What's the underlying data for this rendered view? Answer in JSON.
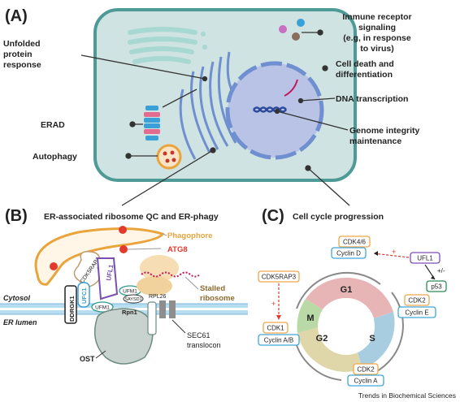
{
  "panels": {
    "a": "(A)",
    "b": "(B)",
    "c": "(C)"
  },
  "panel_a": {
    "labels": {
      "unfolded_1": "Unfolded",
      "unfolded_2": "protein",
      "unfolded_3": "response",
      "erad": "ERAD",
      "autophagy": "Autophagy",
      "immune_1": "Immune receptor",
      "immune_2": "signaling",
      "immune_3": "(e.g, in response",
      "immune_4": "to virus)",
      "death_1": "Cell death and",
      "death_2": "differentiation",
      "dna": "DNA transcription",
      "genome_1": "Genome integrity",
      "genome_2": "maintenance",
      "er_qc": "ER-associated ribosome QC and ER-phagy",
      "cell_cycle": "Cell cycle progression"
    }
  },
  "panel_b": {
    "labels": {
      "phagophore": "Phagophore",
      "atg8": "ATG8",
      "stalled_1": "Stalled",
      "stalled_2": "ribosome",
      "cytosol": "Cytosol",
      "er_lumen": "ER lumen",
      "ost": "OST",
      "sec61_1": "SEC61",
      "sec61_2": "translocon",
      "cdk5rap3": "CDK5RAP3",
      "ufl1": "UFL1",
      "ufc1": "UFC1",
      "ddrgk1": "DDRGK1",
      "ufm1_a": "UFM1",
      "ufm1_b": "UFM1",
      "rpl26": "RPL26",
      "sayd1": "SAYSD1",
      "rpn1": "Rpn1"
    }
  },
  "panel_c": {
    "phases": [
      "G1",
      "S",
      "G2",
      "M"
    ],
    "labels": {
      "cdk46": "CDK4/6",
      "cyclin_d": "Cyclin D",
      "ufl1": "UFL1",
      "plusminus": "+/-",
      "p53": "p53",
      "cdk5rap3": "CDK5RAP3",
      "plus_a": "+",
      "plus_b": "+",
      "cdk1": "CDK1",
      "cyclin_ab": "Cyclin A/B",
      "cdk2_e": "CDK2",
      "cyclin_e": "Cyclin E",
      "cdk2_a": "CDK2",
      "cyclin_a": "Cyclin A"
    }
  },
  "footer": "Trends in Biochemical Sciences",
  "colors": {
    "cell_fill": "#cfe3e3",
    "cell_stroke": "#4e9a96",
    "nucleus": "#b9c3e6",
    "er": "#6f8fd0",
    "golgi": "#a7d8d2",
    "phagophore": "#e9a43c",
    "atg8": "#e23b2e",
    "ufl1": "#7a4fb0",
    "cyclin": "#3fa6d8",
    "cdk": "#f0a64a",
    "p53": "#2e8b57",
    "g1": "#e8b5b6",
    "s": "#a9cde0",
    "g2": "#dfd7a9",
    "m": "#b9d9a6"
  }
}
